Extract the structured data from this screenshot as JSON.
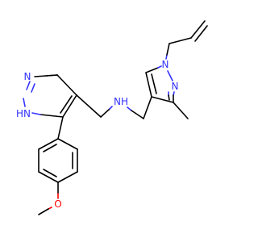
{
  "molecule": {
    "labels": {
      "n_pyrazole_left_top": "N",
      "n_pyrazole_left_nh": "HN",
      "n_amine": "NH",
      "n_pyrazole_right_1": "N",
      "n_pyrazole_right_2": "N",
      "o_methoxy": "O"
    },
    "colors": {
      "bond": "#000000",
      "nitrogen": "#3333ff",
      "oxygen": "#ff0000"
    }
  }
}
